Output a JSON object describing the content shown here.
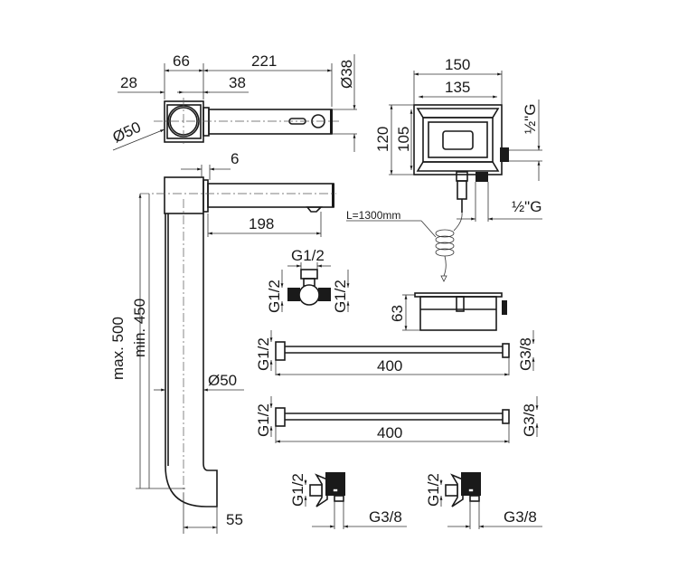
{
  "colors": {
    "line": "#1a1a1a",
    "background": "#ffffff"
  },
  "spout_top": {
    "dim_66": "66",
    "dim_221": "221",
    "dim_28": "28",
    "dim_38": "38",
    "dim_d38": "Ø38",
    "dim_d50": "Ø50"
  },
  "spout_side": {
    "dim_6": "6",
    "dim_198": "198",
    "dim_max": "max. 500",
    "dim_min": "min. 450",
    "dim_d50": "Ø50",
    "dim_55": "55"
  },
  "control_box": {
    "dim_150": "150",
    "dim_135": "135",
    "dim_120": "120",
    "dim_105": "105",
    "thread_side": "½\"G",
    "thread_bottom": "½\"G",
    "cable": "L=1300mm",
    "dim_63": "63"
  },
  "t_connector": {
    "top": "G1/2",
    "left": "G1/2",
    "right": "G1/2"
  },
  "hoses": [
    {
      "inlet": "G1/2",
      "outlet": "G3/8",
      "length": "400"
    },
    {
      "inlet": "G1/2",
      "outlet": "G3/8",
      "length": "400"
    }
  ],
  "valves": [
    {
      "inlet": "G1/2",
      "outlet": "G3/8"
    },
    {
      "inlet": "G1/2",
      "outlet": "G3/8"
    }
  ]
}
